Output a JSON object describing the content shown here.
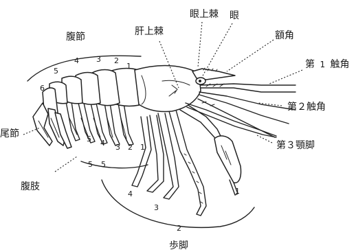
{
  "labels": {
    "abdomen": "腹節",
    "hepatic_spine": "肝上棘",
    "supraorbital_spine": "眼上棘",
    "eye": "眼",
    "rostrum": "額角",
    "antenna1_prefix": "第",
    "antenna1_numeral": "1",
    "antenna1_suffix": "触角",
    "antenna2": "第２触角",
    "maxilliped3": "第３顎脚",
    "telson": "尾節",
    "pleopods": "腹肢",
    "pereiopods": "歩脚"
  },
  "abdomen_numbers": [
    "1",
    "2",
    "3",
    "4",
    "5",
    "6"
  ],
  "pleopod_numbers": [
    "5",
    "4",
    "3",
    "2",
    "1"
  ],
  "pleopod_extra": "5",
  "leg_numbers": [
    "1",
    "2",
    "3",
    "4",
    "5"
  ]
}
